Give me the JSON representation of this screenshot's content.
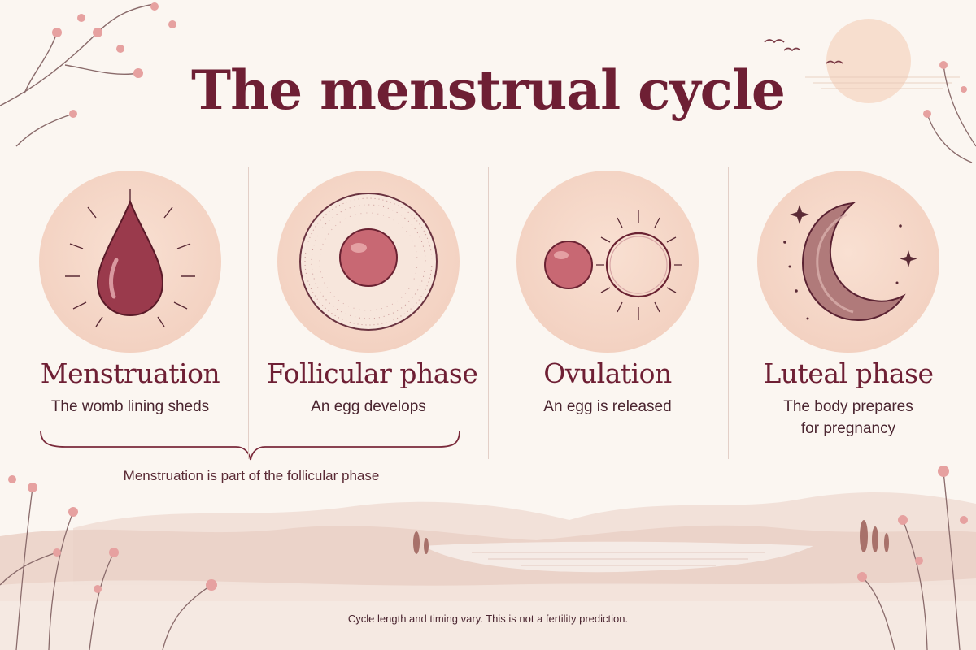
{
  "title": "The menstrual cycle",
  "phases": [
    {
      "name": "Menstruation",
      "description": "The womb lining sheds",
      "icon": "blood-drop-icon"
    },
    {
      "name": "Follicular phase",
      "description": "An egg develops",
      "icon": "follicle-icon"
    },
    {
      "name": "Ovulation",
      "description": "An egg is released",
      "icon": "egg-release-icon"
    },
    {
      "name": "Luteal phase",
      "description": "The body prepares\nfor pregnancy",
      "icon": "crescent-moon-icon"
    }
  ],
  "brace_note": "Menstruation is part of the follicular phase",
  "footer": "Cycle length and timing vary. This is not a fertility prediction.",
  "colors": {
    "title": "#6e1f34",
    "text": "#4a2530",
    "circle": "#f3d2c2",
    "accent": "#8a2a3e",
    "background": "#fbf6f1"
  }
}
